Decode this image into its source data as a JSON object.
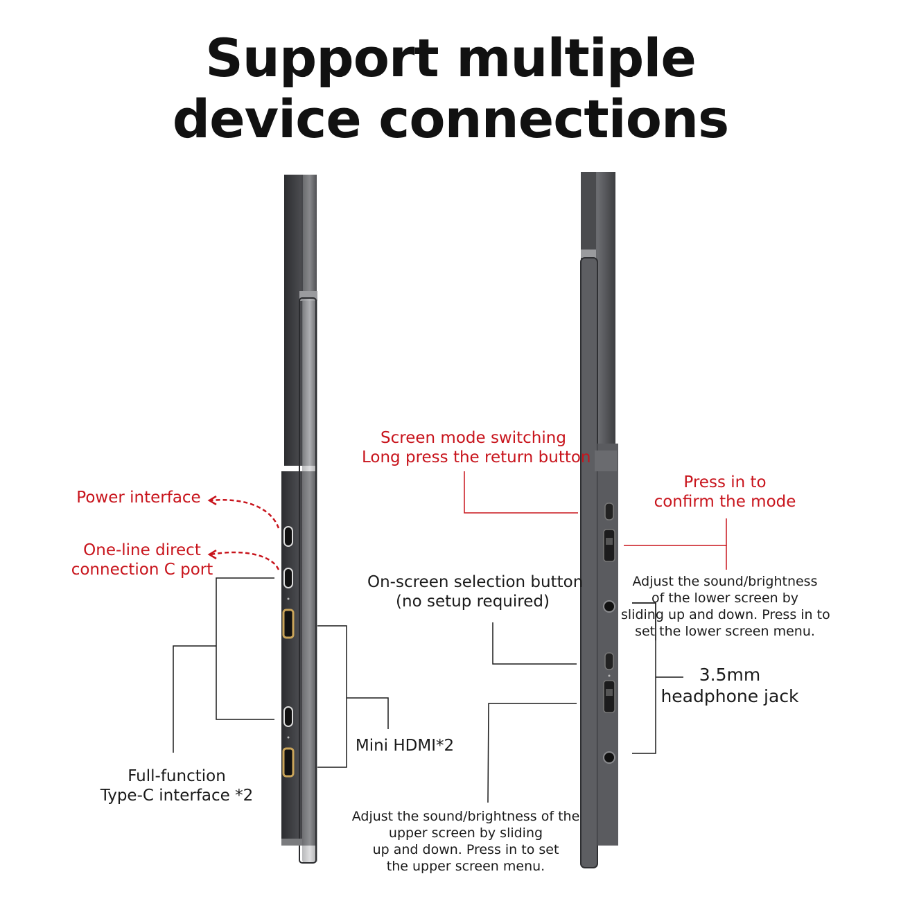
{
  "title": {
    "line1": "Support multiple",
    "line2": "device connections"
  },
  "left_panel": {
    "power_interface": "Power interface",
    "one_line_c_port": {
      "line1": "One-line direct",
      "line2": "connection C port"
    },
    "mini_hdmi": "Mini HDMI*2",
    "full_function_typec": {
      "line1": "Full-function",
      "line2": "Type-C interface *2"
    }
  },
  "right_panel": {
    "screen_mode_switching": {
      "line1": "Screen mode switching",
      "line2": "Long press the return button"
    },
    "press_in_confirm": {
      "line1": "Press in to",
      "line2": "confirm the mode"
    },
    "onscreen_selection": {
      "line1": "On-screen selection button",
      "line2": "(no setup required)"
    },
    "adjust_lower": {
      "line1": "Adjust the sound/brightness",
      "line2": "of the lower screen by",
      "line3": "sliding up and down. Press in to",
      "line4": "set the lower screen menu."
    },
    "headphone_jack": {
      "line1": "3.5mm",
      "line2": "headphone jack"
    },
    "adjust_upper": {
      "line1": "Adjust the sound/brightness of the",
      "line2": "upper screen by sliding",
      "line3": "up and down. Press in to set",
      "line4": "the upper screen menu."
    }
  },
  "colors": {
    "accent_red": "#c8141c",
    "text_dark": "#111111",
    "device_dark": "#3e3f42",
    "port_gold": "#c9a45a"
  }
}
